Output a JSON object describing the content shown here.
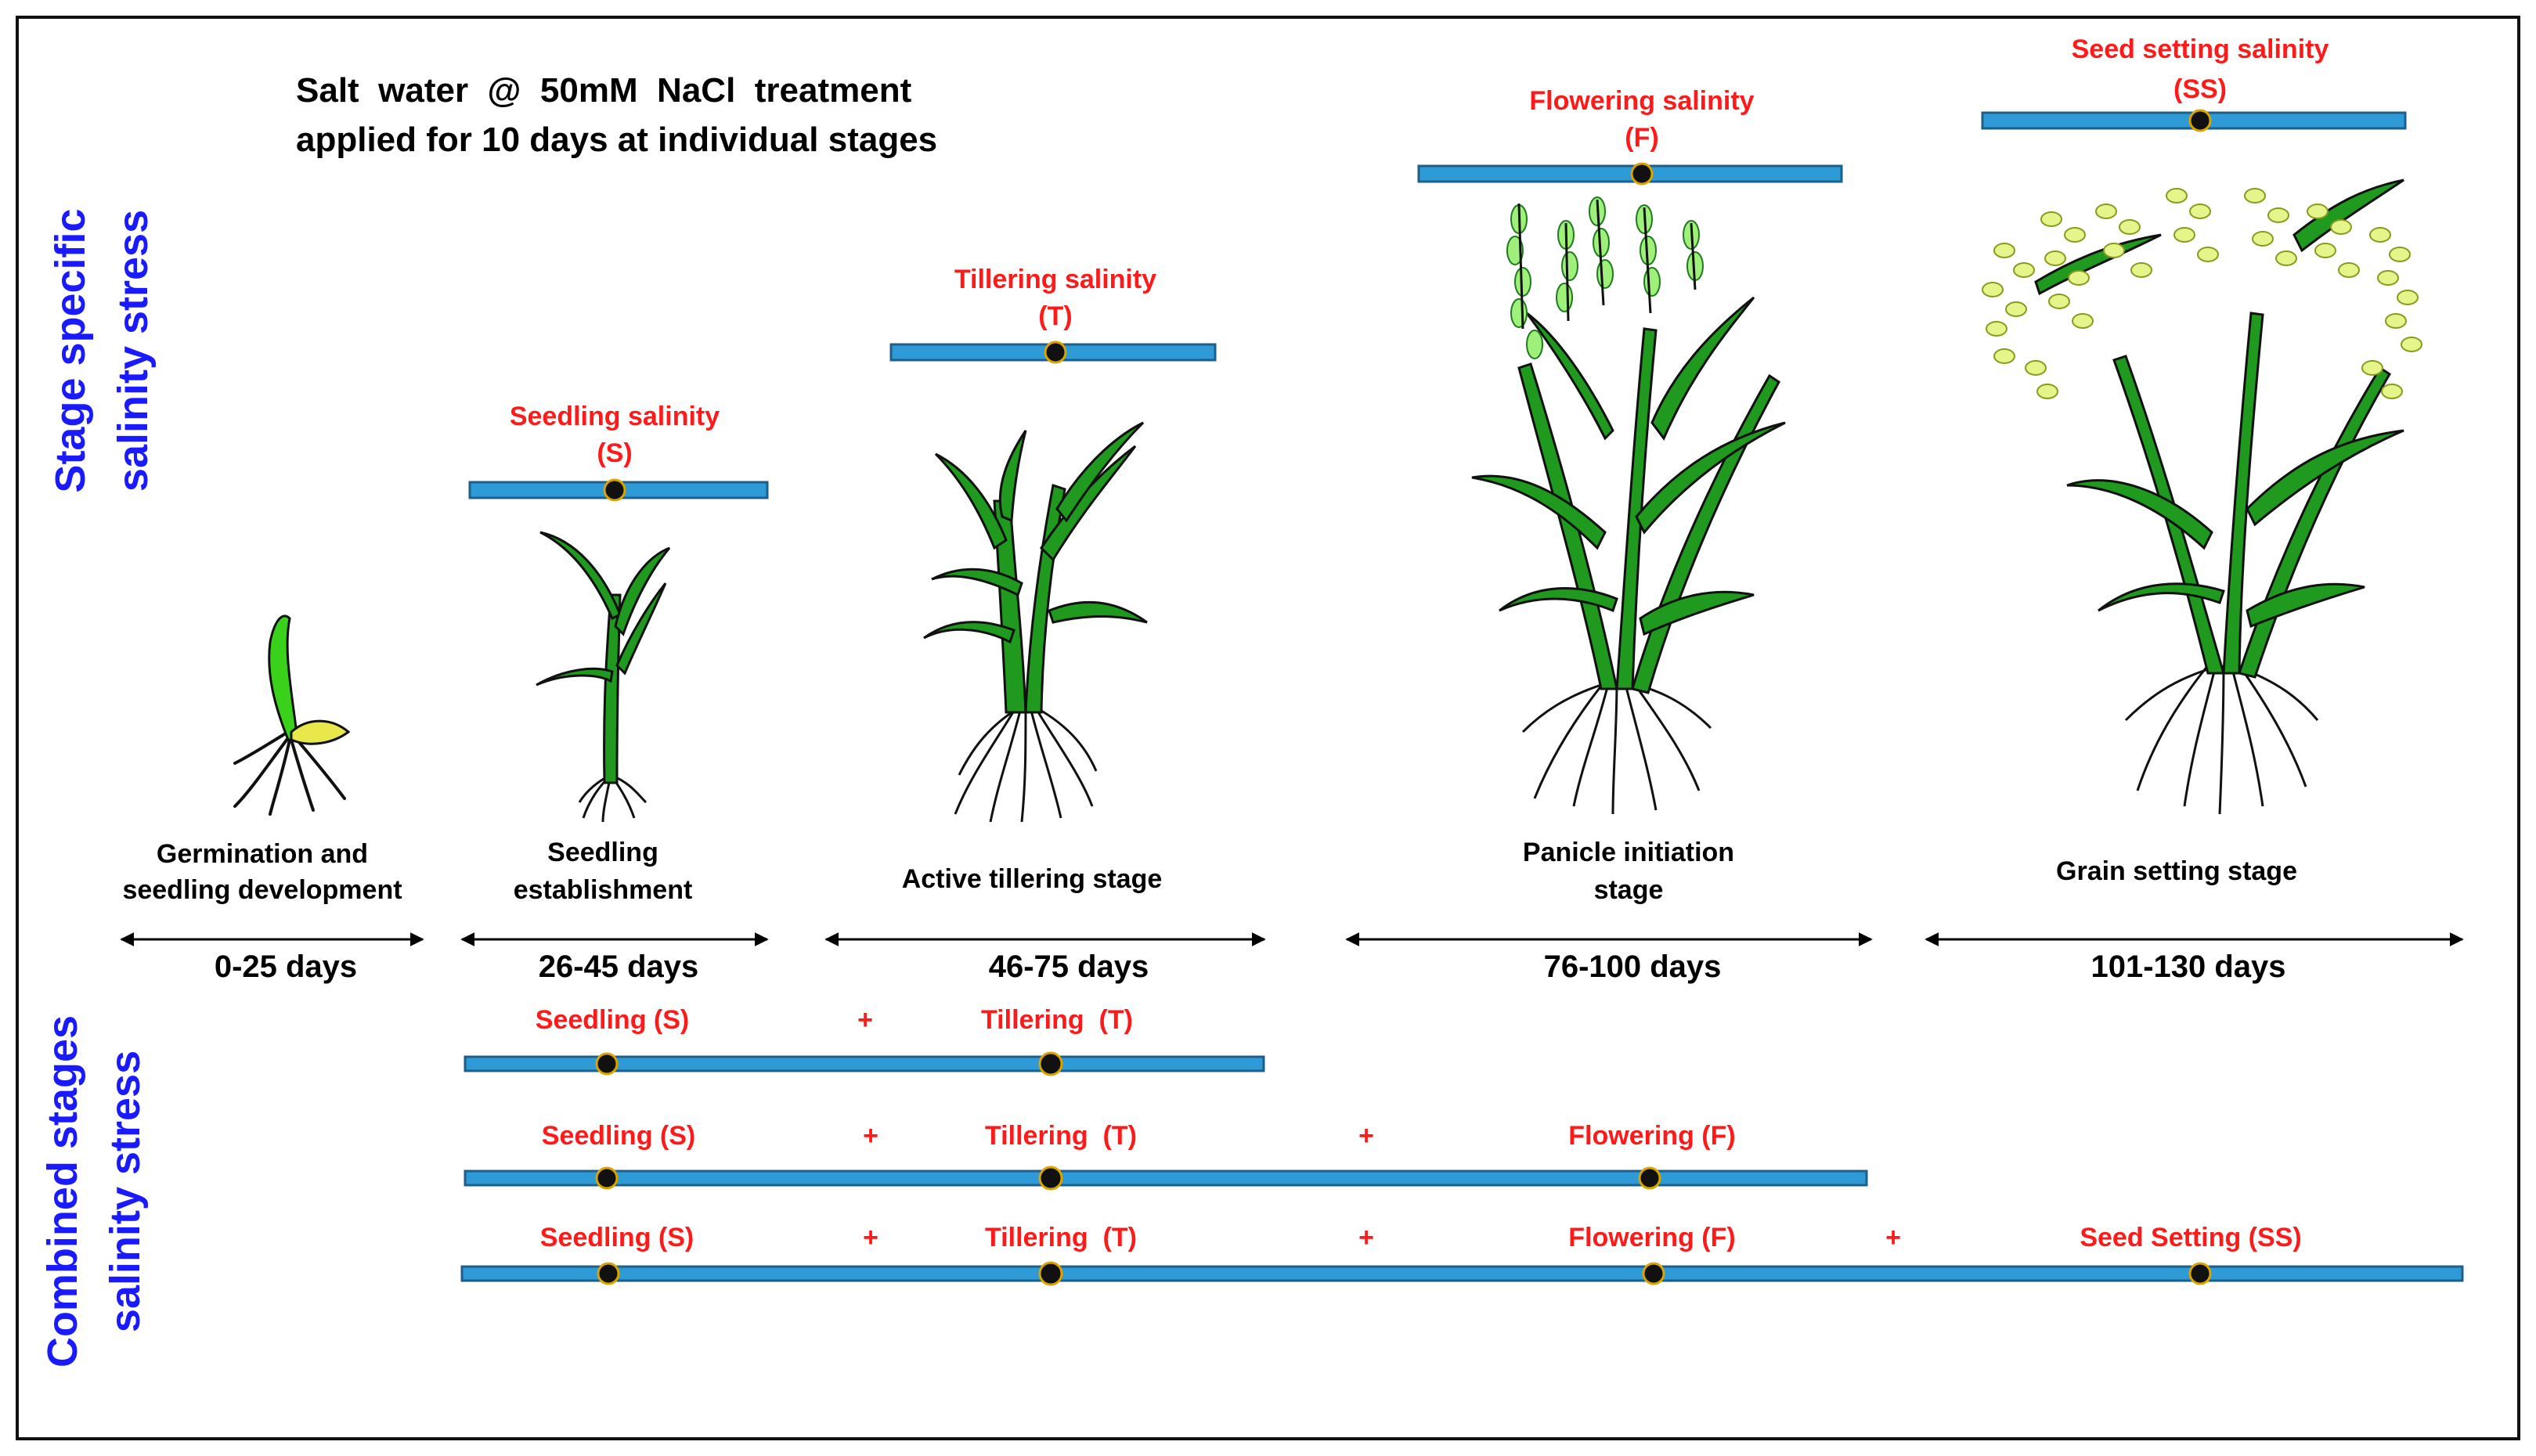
{
  "note": {
    "line1": "Salt  water  @  50mM  NaCl  treatment",
    "line2": "applied for 10 days at individual stages"
  },
  "side_labels": {
    "stage_specific_1": "Stage specific",
    "stage_specific_2": "salinity stress",
    "combined_1": "Combined stages",
    "combined_2": "salinity stress"
  },
  "stages": [
    {
      "name_1": "Germination and",
      "name_2": "seedling development",
      "days": "0-25 days",
      "plant_icon": "germinating-seed-icon"
    },
    {
      "name_1": "Seedling",
      "name_2": "establishment",
      "days": "26-45 days",
      "plant_icon": "seedling-plant-icon"
    },
    {
      "name_1": "Active tillering stage",
      "name_2": "",
      "days": "46-75 days",
      "plant_icon": "tillering-plant-icon"
    },
    {
      "name_1": "Panicle initiation",
      "name_2": "stage",
      "days": "76-100 days",
      "plant_icon": "flowering-plant-icon"
    },
    {
      "name_1": "Grain setting stage",
      "name_2": "",
      "days": "101-130 days",
      "plant_icon": "grain-plant-icon"
    }
  ],
  "stage_treatments": [
    {
      "label": "Seedling salinity",
      "code": "(S)"
    },
    {
      "label": "Tillering salinity",
      "code": "(T)"
    },
    {
      "label": "Flowering salinity",
      "code": "(F)"
    },
    {
      "label": "Seed setting salinity",
      "code": "(SS)"
    }
  ],
  "combined": [
    {
      "items": [
        "Seedling (S)",
        "Tillering  (T)"
      ]
    },
    {
      "items": [
        "Seedling (S)",
        "Tillering  (T)",
        "Flowering (F)"
      ]
    },
    {
      "items": [
        "Seedling (S)",
        "Tillering  (T)",
        "Flowering (F)",
        "Seed Setting (SS)"
      ]
    }
  ],
  "plus_sign": "+",
  "colors": {
    "treatment_text": "#ff1a1a",
    "side_label": "#1a1aff",
    "bar_fill": "#2e9bd6",
    "marker": "#111111",
    "marker_ring": "#d9a400",
    "leaf_dark": "#1f9a1f",
    "leaf_light": "#39d11a",
    "grain": "#e6f58a"
  }
}
